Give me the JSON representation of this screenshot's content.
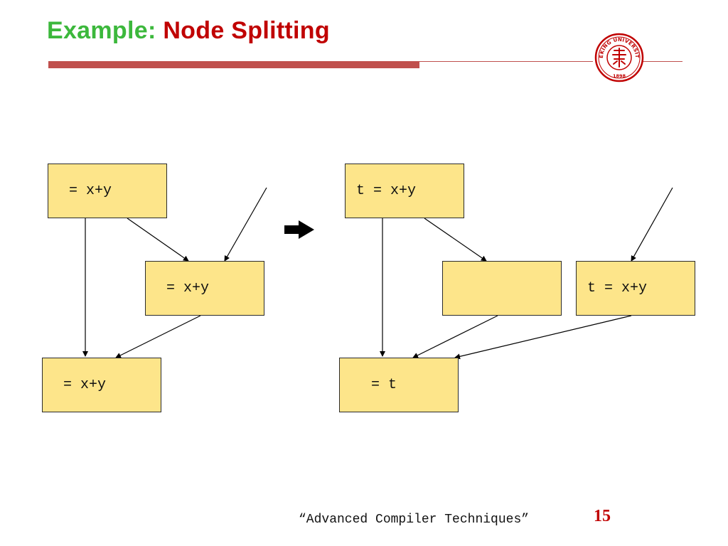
{
  "slide": {
    "title_prefix": "Example:",
    "title_main": "Node Splitting",
    "footer": "“Advanced Compiler Techniques”",
    "page_number": "15",
    "logo": {
      "name": "peking-university-seal",
      "text": "PEKING UNIVERSITY",
      "year": "1898",
      "color": "#c00000"
    },
    "colors": {
      "title_prefix": "#3cb83c",
      "title_main": "#c00000",
      "rule": "#c0504d",
      "node_fill": "#fde58a"
    }
  },
  "diagram": {
    "before": {
      "nodes": {
        "top": "= x+y",
        "middle": "= x+y",
        "bottom": "= x+y"
      }
    },
    "after": {
      "nodes": {
        "top": "t = x+y",
        "middle_left": "",
        "middle_right": "t = x+y",
        "bottom": "= t"
      }
    }
  }
}
